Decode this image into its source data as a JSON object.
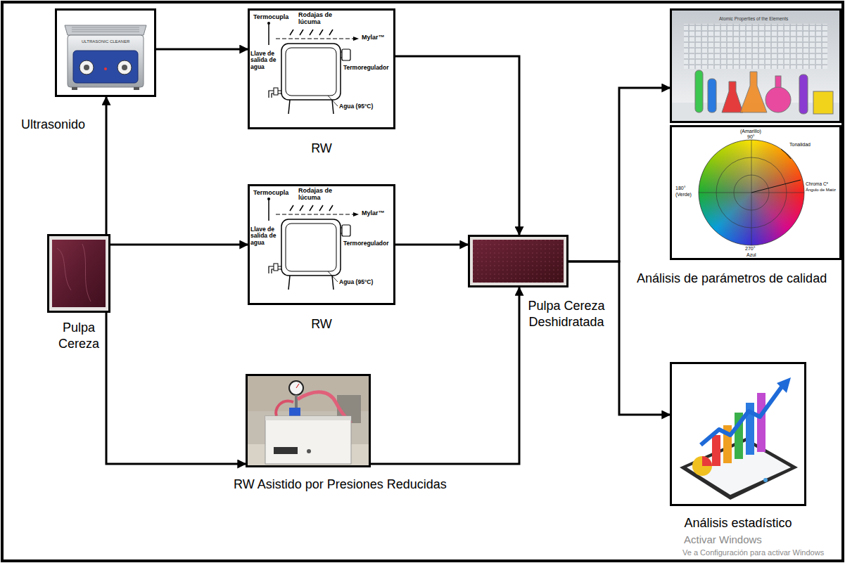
{
  "diagram": {
    "nodes": [
      {
        "text": [
          "Ultrasonido"
        ]
      },
      {
        "text": [
          "RW"
        ]
      },
      {
        "text": [
          "Pulpa Cereza"
        ]
      },
      {
        "text": [
          "RW"
        ]
      },
      {
        "text": [
          "RW Asistido por Presiones Reducidas"
        ]
      },
      {
        "text": [
          "Pulpa Cereza Deshidratada"
        ]
      },
      {
        "text": [
          "Análisis de parámetros de calidad"
        ]
      },
      {
        "text": [
          "Análisis estadístico"
        ]
      }
    ],
    "edges": [
      {
        "from": 2,
        "to": 0,
        "arrow": "to"
      },
      {
        "from": 0,
        "to": 1,
        "arrow": "to"
      },
      {
        "from": 2,
        "to": 3,
        "arrow": "to"
      },
      {
        "from": 2,
        "to": 4,
        "arrow": "to"
      },
      {
        "from": 1,
        "to": 5,
        "arrow": "to"
      },
      {
        "from": 3,
        "to": 5,
        "arrow": "to"
      },
      {
        "from": 4,
        "to": 5,
        "arrow": "to"
      },
      {
        "from": 5,
        "to": 6,
        "arrow": "to"
      },
      {
        "from": 5,
        "to": 7,
        "arrow": "to"
      }
    ],
    "labels": [
      "Termocupla",
      "Rodajas de lúcuma",
      "Mylar™",
      "Llave de salida de agua",
      "Termoregulador",
      "Agua (95°C)",
      "Termocupla",
      "Rodajas de lúcuma",
      "Mylar™",
      "Llave de salida de agua",
      "Termoregulador",
      "Agua (95°C)",
      "ULTRASONIC CLEANER",
      "Atomic Properties of the Elements",
      "(Amarillo)",
      "90°",
      "Tonalidad",
      "Chroma C*",
      "Ángulo de Matiz",
      "180°",
      "(Verde)",
      "Azul",
      "270°",
      "Activar Windows",
      "Ve a Configuración para activar Windows"
    ]
  }
}
